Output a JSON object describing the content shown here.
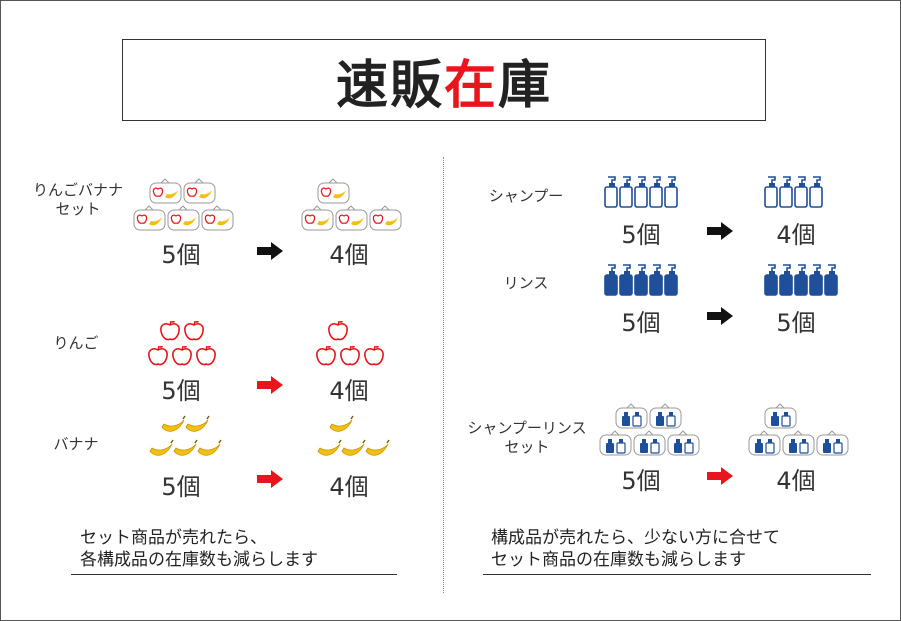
{
  "title": {
    "part1": "速販",
    "part2": "在",
    "part3": "庫"
  },
  "left": {
    "set_label": [
      "りんごバナナ",
      "セット"
    ],
    "set_before": "5個",
    "set_after": "4個",
    "apple_label": "りんご",
    "apple_before": "5個",
    "apple_after": "4個",
    "banana_label": "バナナ",
    "banana_before": "5個",
    "banana_after": "4個",
    "caption_line1": "セット商品が売れたら、",
    "caption_line2": "各構成品の在庫数も減らします"
  },
  "right": {
    "shampoo_label": "シャンプー",
    "shampoo_before": "5個",
    "shampoo_after": "4個",
    "rinse_label": "リンス",
    "rinse_before": "5個",
    "rinse_after": "5個",
    "set_label": [
      "シャンプーリンス",
      "セット"
    ],
    "set_before": "5個",
    "set_after": "4個",
    "caption_line1": "構成品が売れたら、少ない方に合せて",
    "caption_line2": "セット商品の在庫数も減らします"
  },
  "colors": {
    "accent_red": "#e8151c",
    "navy": "#1f4f99",
    "banana": "#f2c012",
    "black_arrow": "#111111"
  }
}
